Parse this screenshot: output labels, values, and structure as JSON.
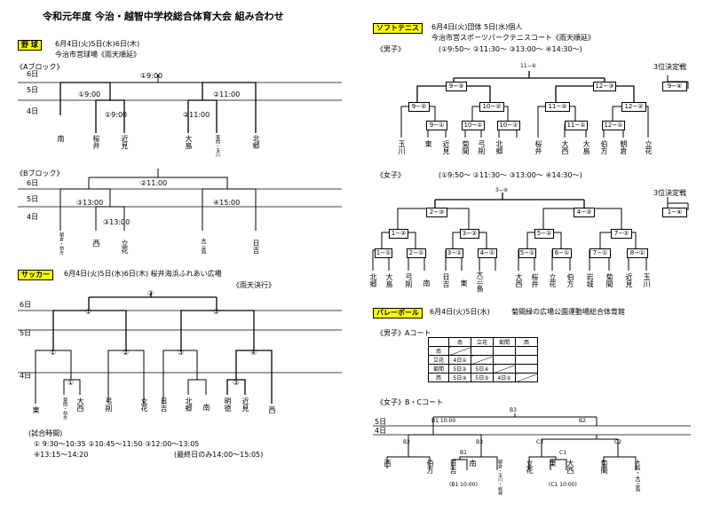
{
  "title": "令和元年度 今治・越智中学校総合体育大会 組み合わせ",
  "baseball": {
    "tag": "野 球",
    "dates": "6月4日(火)5日(水)6日(木)",
    "venue": "今治市営球場《雨天順延》",
    "blockA": {
      "label": "《Aブロック》",
      "days": [
        "6日",
        "5日",
        "4日"
      ],
      "games": [
        "①9:00",
        "①9:00",
        "②11:00",
        "①9:00",
        "②11:00"
      ],
      "teams": [
        "南",
        "桜井",
        "近見",
        "大島",
        "菊間・玉川",
        "北郷"
      ]
    },
    "blockB": {
      "label": "《Bブロック》",
      "days": [
        "6日",
        "5日",
        "4日"
      ],
      "games": [
        "②11:00",
        "③13:00",
        "④15:00",
        "③13:00"
      ],
      "teams": [
        "朝倉・伯方",
        "西",
        "立花",
        "大三島",
        "日吉"
      ]
    }
  },
  "soccer": {
    "tag": "サッカー",
    "header": "6月4日(火)5日(水)6日(木) 桜井海浜ふれあい広場",
    "note": "《雨天決行》",
    "days": [
      "6日",
      "5日",
      "4日"
    ],
    "games": [
      "③",
      "①",
      "②",
      "①",
      "②",
      "③",
      "④",
      "①",
      "③"
    ],
    "teams": [
      "東",
      "菊間・伯方",
      "大西",
      "弓削",
      "立花",
      "日吉",
      "北郷",
      "南",
      "明徳",
      "近見",
      "西"
    ],
    "times_label": "(試合時間)",
    "times_line1": "① 9:30〜10:35 ②10:45〜11:50 ③12:00〜13:05",
    "times_line2a": "④13:15〜14:20",
    "times_line2b": "(最終日のみ14:00〜15:05)"
  },
  "tennis": {
    "tag": "ソフトテニス",
    "header": "6月4日(火)団体 5日(水)個人",
    "venue": "今治市営スポーツパークテニスコート《雨天順延》",
    "boys": {
      "label": "《男子》",
      "times": "(①9:50〜 ②11:30〜 ③13:00〜 ④14:30〜)",
      "final": "11−④",
      "third_label": "3位決定戦",
      "third_game": "9−④",
      "games": [
        "9−③",
        "12−③",
        "9−②",
        "10−②",
        "11−②",
        "12−②",
        "9−①",
        "10−①",
        "10−①",
        "11−①",
        "12−①"
      ],
      "teams": [
        "玉川",
        "東",
        "近見",
        "菊間",
        "弓削",
        "北郷",
        "桜井",
        "大西",
        "大島",
        "伯方",
        "朝倉",
        "立花"
      ]
    },
    "girls": {
      "label": "《女子》",
      "times": "(①9:50〜 ②11:30〜 ③13:00〜 ④14:30〜)",
      "final": "3−④",
      "third_label": "3位決定戦",
      "third_game": "1−④",
      "games": [
        "2−③",
        "4−③",
        "1−②",
        "3−②",
        "5−②",
        "7−②",
        "1−①",
        "2−①",
        "3−①",
        "4−①",
        "5−①",
        "6−①",
        "7−①",
        "8−①"
      ],
      "teams": [
        "北郷",
        "大島",
        "弓削",
        "南",
        "日吉",
        "東",
        "大三島",
        "大西",
        "桜井",
        "立花",
        "伯方",
        "岩城",
        "菊間",
        "近見",
        "玉川"
      ]
    }
  },
  "volleyball": {
    "tag": "バレーボール",
    "header": "6月4日(火)5日(水)",
    "venue": "菊間緑の広場公園運動場総合体育館",
    "boys": {
      "label": "《男子》Aコート",
      "cols": [
        "南",
        "立花",
        "菊間",
        "西"
      ],
      "rows": [
        {
          "name": "南",
          "cells": [
            "",
            "",
            "",
            ""
          ]
        },
        {
          "name": "立花",
          "cells": [
            "4日①",
            "",
            "",
            ""
          ]
        },
        {
          "name": "菊間",
          "cells": [
            "5日②",
            "5日④",
            "",
            ""
          ]
        },
        {
          "name": "西",
          "cells": [
            "5日②",
            "5日③",
            "4日②",
            ""
          ]
        }
      ]
    },
    "girls": {
      "label": "《女子》B・Cコート",
      "days": [
        "5日",
        "4日"
      ],
      "games": [
        "B3",
        "B1 10:00",
        "B2",
        "B2",
        "B3",
        "C3",
        "C2",
        "B1",
        "C1"
      ],
      "teams": [
        "西",
        "伯方",
        "日吉",
        "南",
        "朝倉・玉川・岩城",
        "立花",
        "東",
        "大西",
        "菊間",
        "大島・大三島"
      ],
      "notes": [
        "(B1 10:00)",
        "(C1 10:00)"
      ]
    }
  }
}
